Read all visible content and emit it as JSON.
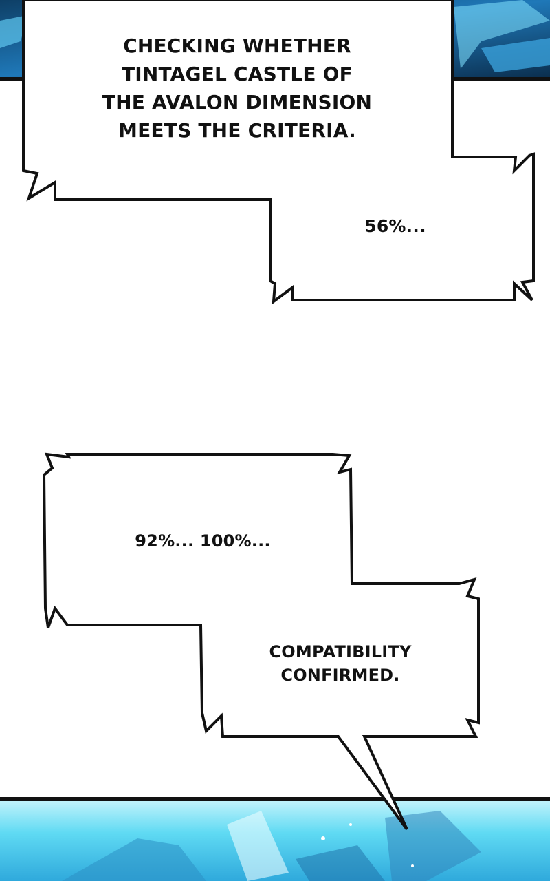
{
  "panels": {
    "top": {
      "art": "cyan-energy-background",
      "accent": "#1f78b8"
    },
    "bottom": {
      "art": "cyan-energy-background",
      "accent": "#4fd8f0"
    }
  },
  "bubbles": [
    {
      "text": "CHECKING WHETHER\nTINTAGEL CASTLE OF\nTHE AVALON DIMENSION\nMEETS THE CRITERIA."
    },
    {
      "text": "56%..."
    },
    {
      "text": "92%... 100%..."
    },
    {
      "text": "COMPATIBILITY\nCONFIRMED."
    }
  ],
  "colors": {
    "bubble_fill": "#ffffff",
    "bubble_outline": "#111111",
    "text": "#111111",
    "panel_border": "#111111"
  }
}
